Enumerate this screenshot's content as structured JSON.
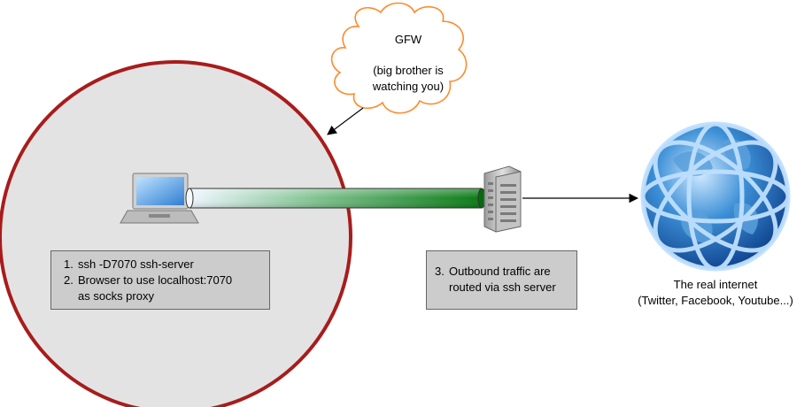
{
  "gfw_cloud": {
    "title": "GFW",
    "subtitle_line1": "(big brother is",
    "subtitle_line2": "watching you)",
    "stroke_color": "#ff8a2b"
  },
  "client_zone": {
    "border_color": "#a81c1c",
    "fill_color": "#e3e3e3",
    "steps": [
      {
        "num": "1.",
        "text": "ssh -D7070 ssh-server"
      },
      {
        "num": "2.",
        "text": "Browser to use localhost:7070 as socks proxy"
      }
    ],
    "step2_line1": "Browser to use localhost:7070",
    "step2_line2": "as socks proxy"
  },
  "ssh_tunnel": {
    "gradient_start": "#e8f3ff",
    "gradient_end": "#0a7a14"
  },
  "server": {
    "step": {
      "num": "3.",
      "line1": "Outbound traffic are",
      "line2": "routed via ssh server"
    }
  },
  "internet": {
    "caption_line1": "The real internet",
    "caption_line2": "(Twitter, Facebook, Youtube...)"
  },
  "icons": [
    "laptop-icon",
    "server-icon",
    "globe-icon",
    "cloud-icon"
  ]
}
